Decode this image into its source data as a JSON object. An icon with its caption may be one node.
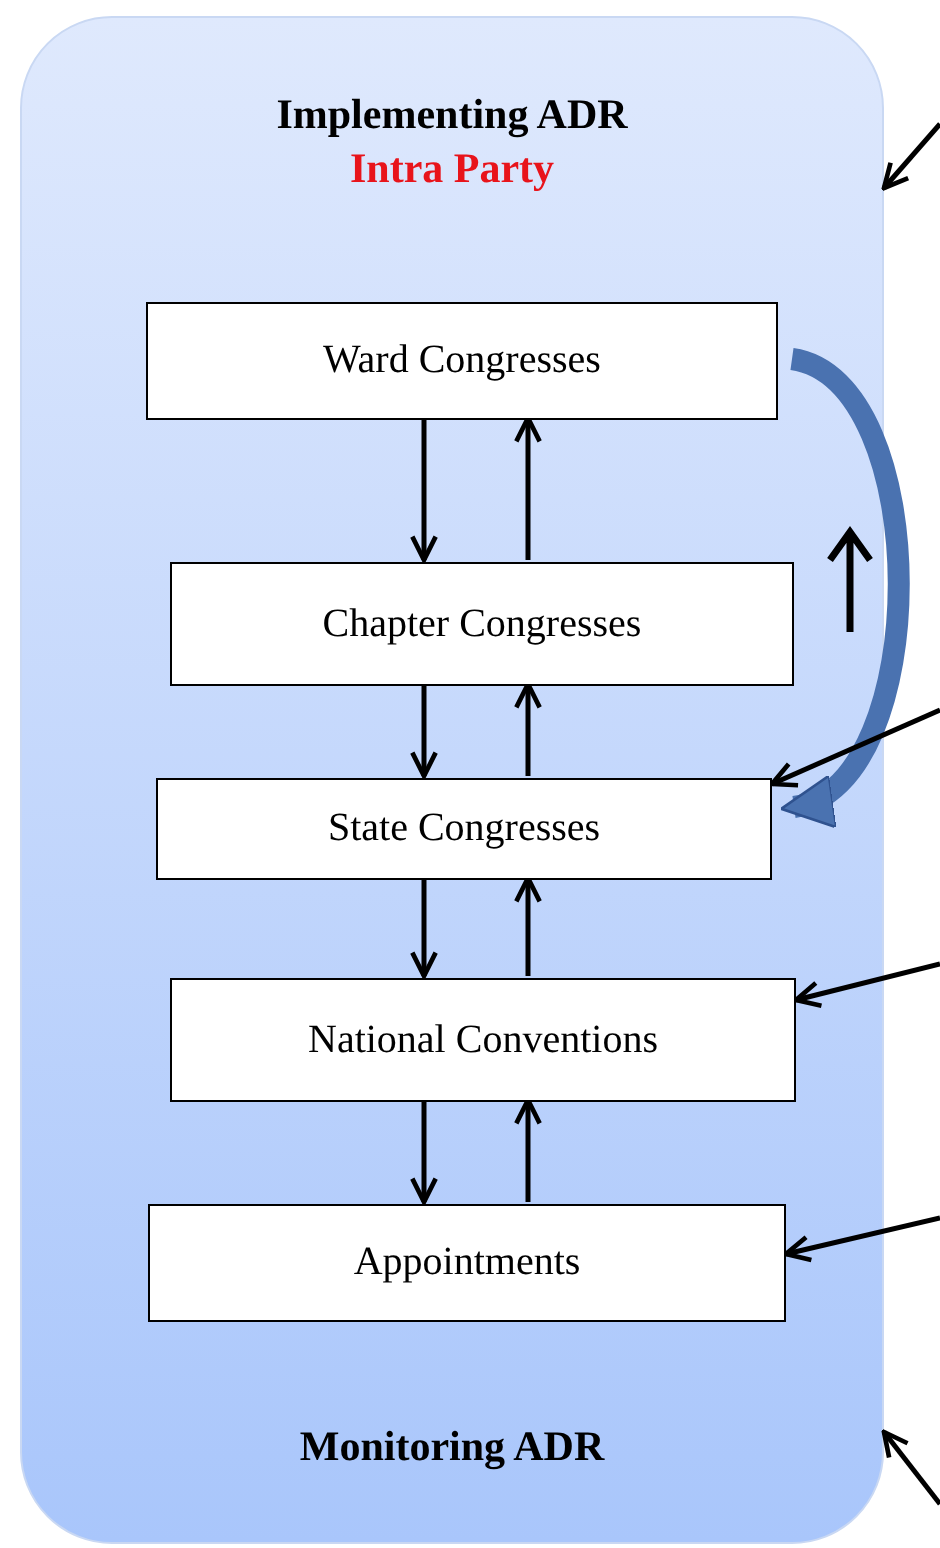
{
  "diagram": {
    "nodes": [
      {
        "text": [
          "Implementing ADR",
          "Intra Party",
          "Monitoring ADR"
        ]
      },
      {
        "text": [
          "Ward Congresses"
        ],
        "in": 0
      },
      {
        "text": [
          "Chapter Congresses"
        ],
        "in": 0
      },
      {
        "text": [
          "State Congresses"
        ],
        "in": 0
      },
      {
        "text": [
          "National Conventions"
        ],
        "in": 0
      },
      {
        "text": [
          "Appointments"
        ],
        "in": 0
      }
    ],
    "edges": [
      {
        "from": 1,
        "to": 2,
        "arrow": "to"
      },
      {
        "from": 2,
        "to": 1,
        "arrow": "to"
      },
      {
        "from": 2,
        "to": 3,
        "arrow": "to"
      },
      {
        "from": 3,
        "to": 2,
        "arrow": "to"
      },
      {
        "from": 3,
        "to": 4,
        "arrow": "to"
      },
      {
        "from": 4,
        "to": 3,
        "arrow": "to"
      },
      {
        "from": 4,
        "to": 5,
        "arrow": "to"
      },
      {
        "from": 5,
        "to": 4,
        "arrow": "to"
      },
      {
        "from": 1,
        "to": 3,
        "arrow": "to",
        "style": "thick",
        "color": "#4a72b0"
      },
      {
        "from": null,
        "to": 0,
        "arrow": "to"
      },
      {
        "from": null,
        "to": 3,
        "arrow": "to"
      },
      {
        "from": null,
        "to": 4,
        "arrow": "to"
      },
      {
        "from": null,
        "to": 5,
        "arrow": "to"
      },
      {
        "from": null,
        "to": 0,
        "arrow": "to"
      }
    ]
  }
}
